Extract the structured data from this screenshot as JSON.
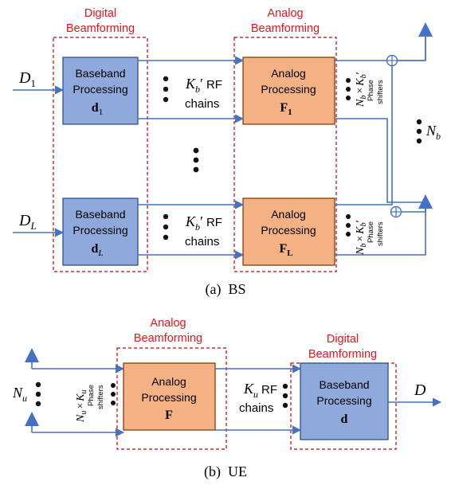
{
  "colors": {
    "baseband_fill": "#8fa9dc",
    "analog_fill": "#f4b183",
    "region_border": "#c00000",
    "region_label": "#e8141b",
    "arrow": "#4472c4",
    "antenna": "#4472c4"
  },
  "bs": {
    "digital_label": [
      "Digital",
      "Beamforming"
    ],
    "analog_label": [
      "Analog",
      "Beamforming"
    ],
    "inputs": [
      {
        "symbol": "D",
        "sub": "1"
      },
      {
        "symbol": "D",
        "sub": "L"
      }
    ],
    "baseband_blocks": [
      {
        "line1": "Baseband",
        "line2": "Processing",
        "vec": "d",
        "sub": "1"
      },
      {
        "line1": "Baseband",
        "line2": "Processing",
        "vec": "d",
        "sub": "L"
      }
    ],
    "analog_blocks": [
      {
        "line1": "Analog",
        "line2": "Processing",
        "mat": "F",
        "sub": "1"
      },
      {
        "line1": "Analog",
        "line2": "Processing",
        "mat": "F",
        "sub": "L"
      }
    ],
    "rf_chains": {
      "symbol": "K",
      "sub": "b",
      "prime": "′",
      "rf": "RF",
      "chains": "chains"
    },
    "phase_shifters": {
      "expr_a": "N",
      "sub_a": "b",
      "times": "×",
      "expr_b": "K",
      "sub_b": "b",
      "prime": "′",
      "word1": "Phase",
      "word2": "shifters"
    },
    "antenna_count": {
      "symbol": "N",
      "sub": "b"
    },
    "caption": "(a)  BS"
  },
  "ue": {
    "analog_label": [
      "Analog",
      "Beamforming"
    ],
    "digital_label": [
      "Digital",
      "Beamforming"
    ],
    "antenna_count": {
      "symbol": "N",
      "sub": "u"
    },
    "phase_shifters": {
      "expr_a": "N",
      "sub_a": "u",
      "times": "×",
      "expr_b": "K",
      "sub_b": "u",
      "word1": "Phase",
      "word2": "shifters"
    },
    "analog_block": {
      "line1": "Analog",
      "line2": "Processing",
      "mat": "F"
    },
    "rf_chains": {
      "symbol": "K",
      "sub": "u",
      "rf": "RF",
      "chains": "chains"
    },
    "baseband_block": {
      "line1": "Baseband",
      "line2": "Processing",
      "vec": "d"
    },
    "output": {
      "symbol": "D"
    },
    "caption": "(b)  UE"
  }
}
